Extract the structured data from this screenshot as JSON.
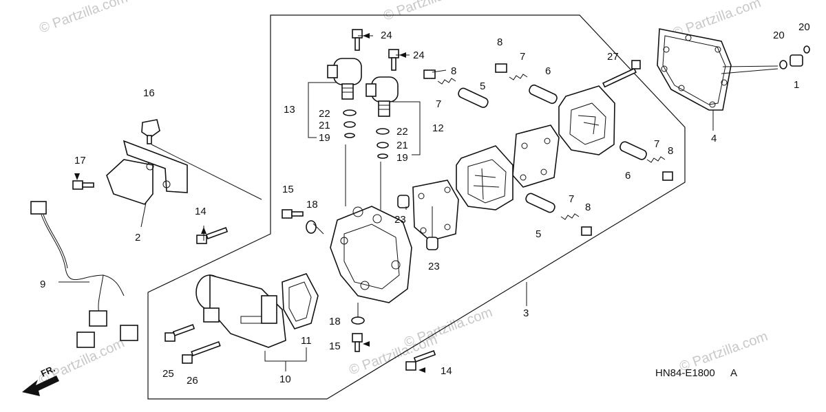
{
  "watermarks": [
    "© Partzilla.com",
    "© Partzilla.com",
    "© Partzilla.com",
    "© Partzilla.com",
    "© Partzilla.com",
    "© Partzilla.com",
    "© Partzilla.com"
  ],
  "diagram_code": "HN84-E1800",
  "diagram_suffix": "A",
  "front_label": "FR.",
  "callouts": [
    "24",
    "24",
    "8",
    "8",
    "7",
    "6",
    "27",
    "20",
    "20",
    "1",
    "4",
    "5",
    "7",
    "16",
    "13",
    "22",
    "21",
    "19",
    "12",
    "22",
    "21",
    "19",
    "7",
    "8",
    "6",
    "17",
    "15",
    "18",
    "23",
    "23",
    "2",
    "14",
    "5",
    "7",
    "8",
    "9",
    "3",
    "18",
    "15",
    "11",
    "14",
    "10",
    "25",
    "26"
  ]
}
